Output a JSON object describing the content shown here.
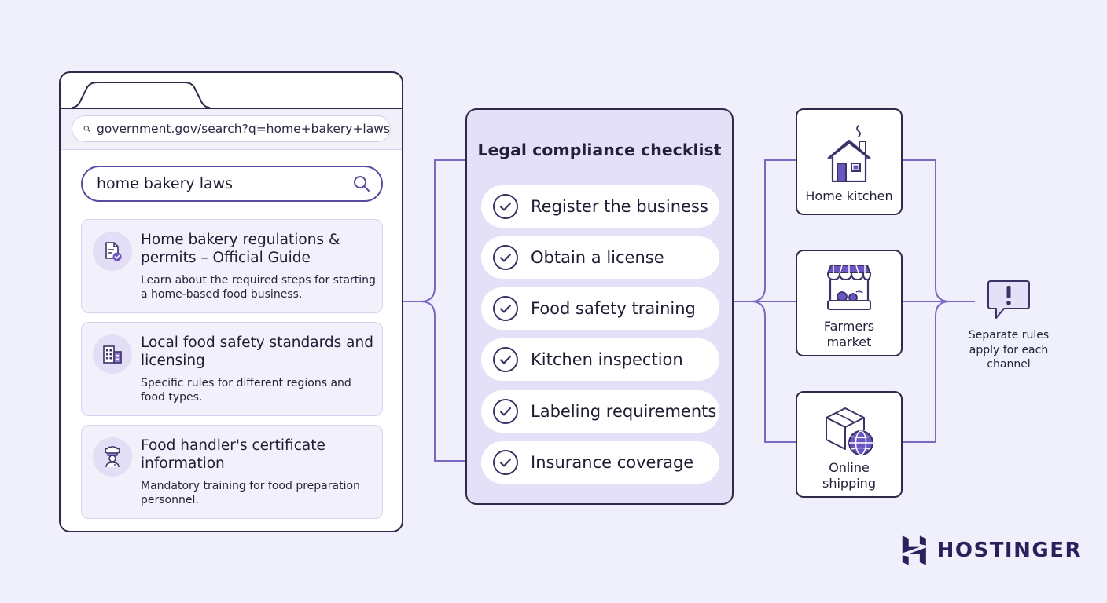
{
  "browser": {
    "address": "government.gov/search?q=home+bakery+laws",
    "search_query": "home bakery laws",
    "results": [
      {
        "icon": "document-check-icon",
        "title": "Home bakery regulations & permits – Official Guide",
        "description": "Learn about the required steps for starting a home-based food business."
      },
      {
        "icon": "building-icon",
        "title": "Local food safety standards and licensing",
        "description": "Specific rules for different regions and food types."
      },
      {
        "icon": "chef-icon",
        "title": "Food handler's certificate information",
        "description": "Mandatory training for food preparation personnel."
      }
    ]
  },
  "checklist": {
    "title": "Legal compliance checklist",
    "items": [
      "Register the business",
      "Obtain a license",
      "Food safety training",
      "Kitchen inspection",
      "Labeling requirements",
      "Insurance coverage"
    ]
  },
  "channels": [
    {
      "icon": "house-icon",
      "label": "Home kitchen"
    },
    {
      "icon": "market-stall-icon",
      "label": "Farmers market"
    },
    {
      "icon": "package-globe-icon",
      "label": "Online shipping"
    }
  ],
  "note": {
    "icon": "exclamation-bubble-icon",
    "text": "Separate rules apply for each channel"
  },
  "brand": {
    "name": "HOSTINGER"
  },
  "colors": {
    "background": "#eff0fb",
    "accent": "#5b4aa0",
    "outline": "#2f2a4a",
    "panel": "#e4e0f8",
    "brand": "#2b1f5c"
  }
}
